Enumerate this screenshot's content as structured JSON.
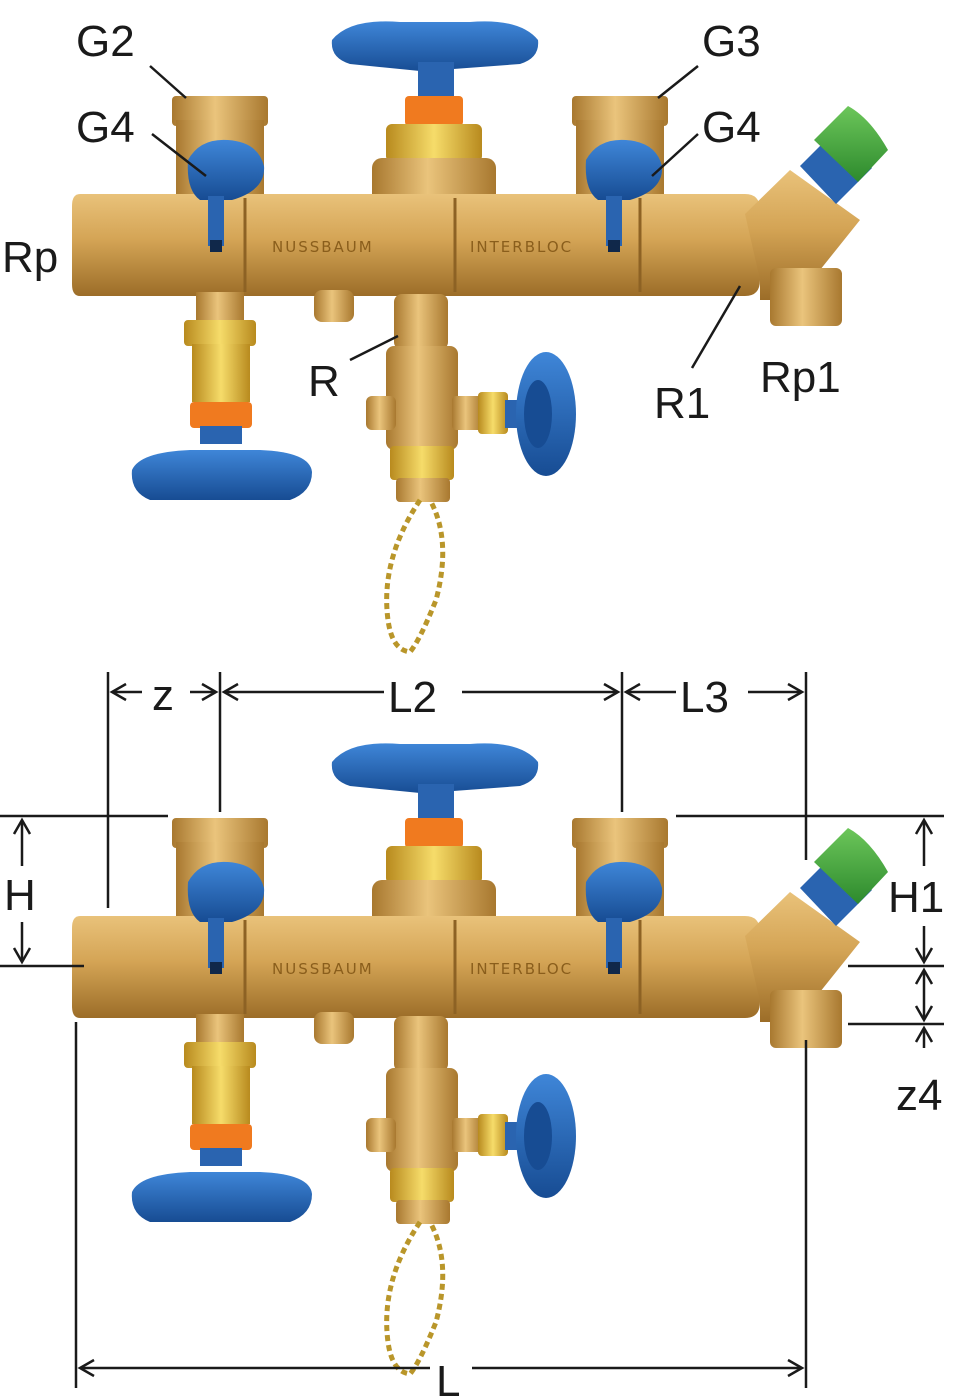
{
  "top_view": {
    "labels": {
      "g2": "G2",
      "g4_left": "G4",
      "g3": "G3",
      "g4_right": "G4",
      "rp": "Rp",
      "r": "R",
      "r1": "R1",
      "rp1": "Rp1"
    },
    "body_text": {
      "brand": "NUSSBAUM",
      "model": "INTERBLOC"
    }
  },
  "bottom_view": {
    "dimensions": {
      "z": "z",
      "l2": "L2",
      "l3": "L3",
      "h": "H",
      "h1": "H1",
      "z4": "z4",
      "l": "L"
    },
    "body_text": {
      "brand": "NUSSBAUM",
      "model": "INTERBLOC"
    }
  },
  "colors": {
    "brass": "#d4a455",
    "brass_dark": "#a8782f",
    "handle_blue": "#1f5fb0",
    "ring_orange": "#f07a1f",
    "cap_green": "#3fa33f",
    "line": "#1a1a1a"
  }
}
